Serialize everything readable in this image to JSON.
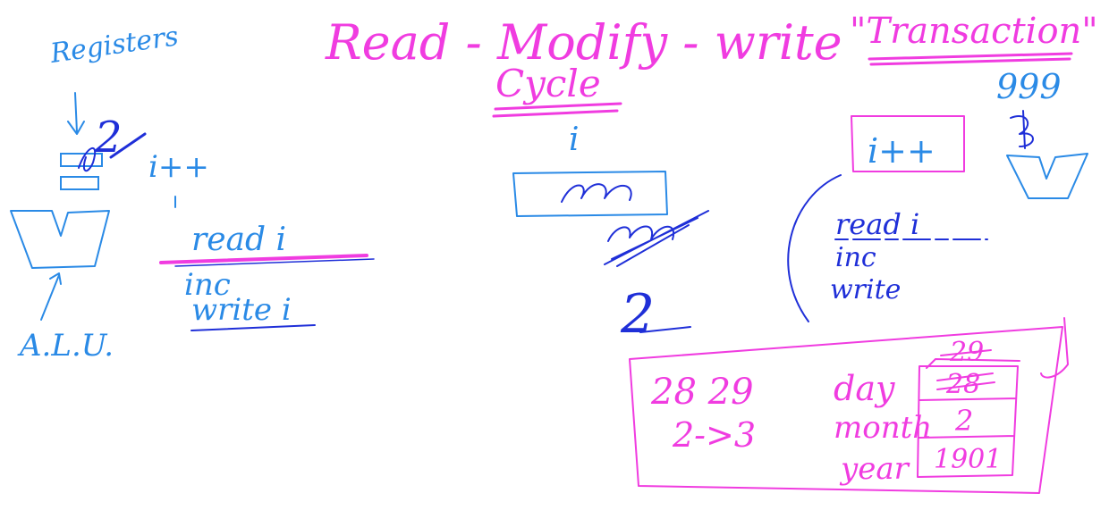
{
  "colors": {
    "blue": "#2a8ae6",
    "dark_blue": "#1f2fd8",
    "magenta": "#f03ce0",
    "background": "#ffffff"
  },
  "left": {
    "registers_label": "Registers",
    "register_digit": "2",
    "alu_label": "A.L.U.",
    "i_plus_plus": "i++",
    "steps": [
      "read  i",
      "inc",
      "write  i"
    ]
  },
  "title": {
    "main": "Read - Modify - write",
    "cycle": "Cycle"
  },
  "middle": {
    "var": "i",
    "value_after": "2"
  },
  "right": {
    "transaction": "\"Transaction\"",
    "count": "999",
    "box_text": "i++",
    "steps": [
      "read  i",
      "inc",
      "write"
    ]
  },
  "date_box": {
    "day_change": "28 29",
    "month_change": "2->3",
    "labels": [
      "day",
      "month",
      "year"
    ],
    "cells": [
      "28",
      "2",
      "1901"
    ],
    "crossed_over": "29"
  }
}
